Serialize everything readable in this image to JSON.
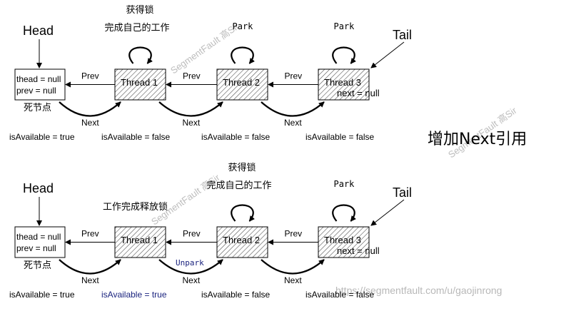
{
  "title": "增加Next引用",
  "watermarks": {
    "brand_a": "SegmentFault 高Sir",
    "brand_b": "SegmentFault 高Sir",
    "url": "https://segmentfault.com/u/gaojinrong"
  },
  "diagrams": [
    {
      "head": "Head",
      "tail": "Tail",
      "dead_node": {
        "thead": "thead = null",
        "prev": "prev = null",
        "caption": "死节点"
      },
      "threads": [
        {
          "label": "Thread 1",
          "extra": ""
        },
        {
          "label": "Thread 2",
          "extra": ""
        },
        {
          "label": "Thread 3",
          "extra": "next = null"
        }
      ],
      "prev_labels": [
        "Prev",
        "Prev",
        "Prev"
      ],
      "next_labels": [
        "Next",
        "Next",
        "Next"
      ],
      "loop_labels": [
        "获得锁\n完成自己的工作",
        "Park",
        "Park"
      ],
      "is_available": [
        "isAvailable = true",
        "isAvailable = false",
        "isAvailable = false",
        "isAvailable = false"
      ],
      "highlight": -1,
      "unpark": ""
    },
    {
      "head": "Head",
      "tail": "Tail",
      "dead_node": {
        "thead": "thead = null",
        "prev": "prev = null",
        "caption": "死节点"
      },
      "threads": [
        {
          "label": "Thread 1",
          "extra": ""
        },
        {
          "label": "Thread 2",
          "extra": ""
        },
        {
          "label": "Thread 3",
          "extra": "next = null"
        }
      ],
      "prev_labels": [
        "Prev",
        "Prev",
        "Prev"
      ],
      "next_labels": [
        "Next",
        "Next",
        "Next"
      ],
      "release_label": "工作完成释放锁",
      "loop_labels": [
        "",
        "获得锁\n完成自己的工作",
        "Park"
      ],
      "is_available": [
        "isAvailable = true",
        "isAvailable = true",
        "isAvailable = false",
        "isAvailable = false"
      ],
      "highlight": 1,
      "unpark": "Unpark"
    }
  ],
  "colors": {
    "highlight": "#1a237e",
    "line": "#000000",
    "watermark": "#b8b8b8"
  }
}
